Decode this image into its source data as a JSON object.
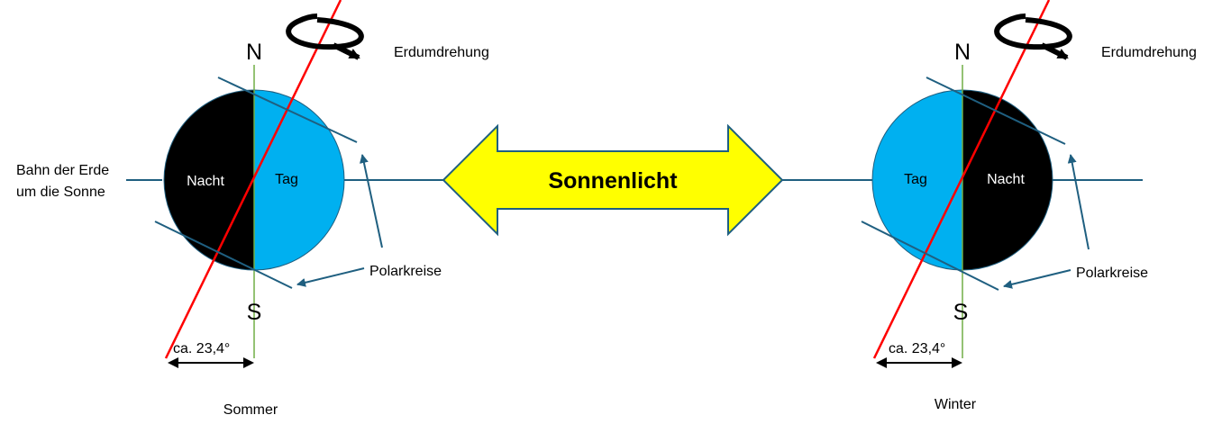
{
  "colors": {
    "day": "#00b0f0",
    "night": "#000000",
    "axis_tilted": "#ff0000",
    "axis_vertical": "#70ad47",
    "orbit": "#1f5f80",
    "polar": "#1f5f80",
    "sunlight_fill": "#ffff00",
    "sunlight_stroke": "#1f5f80"
  },
  "sunlight": {
    "label": "Sonnenlicht"
  },
  "orbit_label": {
    "line1": "Bahn der Erde",
    "line2": "um die Sonne"
  },
  "summer": {
    "north": "N",
    "south": "S",
    "day": "Tag",
    "night": "Nacht",
    "rotation": "Erdumdrehung",
    "polar_circles": "Polarkreise",
    "angle": "ca. 23,4°",
    "season": "Sommer"
  },
  "winter": {
    "north": "N",
    "south": "S",
    "day": "Tag",
    "night": "Nacht",
    "rotation": "Erdumdrehung",
    "polar_circles": "Polarkreise",
    "angle": "ca. 23,4°",
    "season": "Winter"
  }
}
